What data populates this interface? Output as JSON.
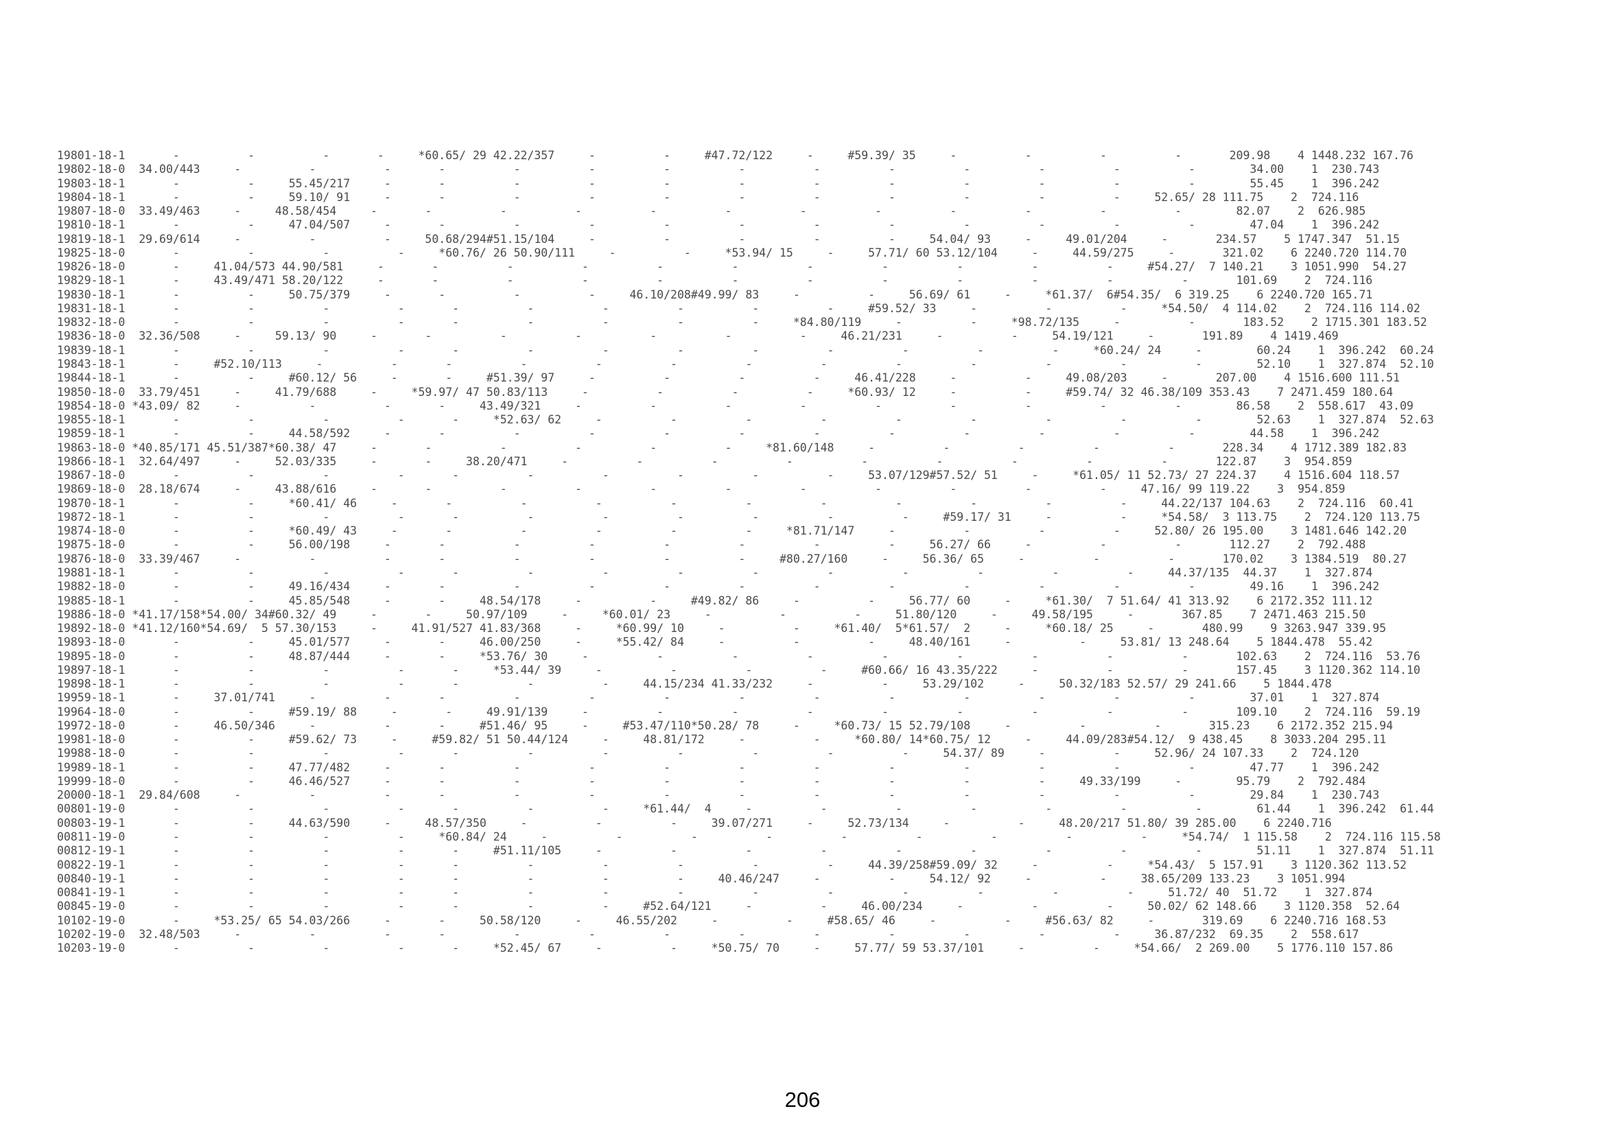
{
  "rows": [
    "19801-18-1       -          -          -       -     *60.65/ 29 42.22/357     -          -     #47.72/122     -     #59.39/ 35     -          -          -          -       209.98    4 1448.232 167.76",
    "19802-18-0  34.00/443     -          -          -       -          -          -          -          -          -          -          -          -          -          -        34.00    1  230.743",
    "19803-18-1       -          -     55.45/217     -       -          -          -          -          -          -          -          -          -          -          -        55.45    1  396.242",
    "19804-18-1       -          -     59.10/ 91     -       -          -          -          -          -          -          -          -          -          -     52.65/ 28 111.75    2  724.116",
    "19807-18-0  33.49/463     -     48.58/454     -       -          -          -          -          -          -          -          -          -          -          -        82.07    2  626.985",
    "19810-18-1       -          -     47.04/507     -       -          -          -          -          -          -          -          -          -          -          -        47.04    1  396.242",
    "19819-18-1  29.69/614     -          -          -     50.68/294#51.15/104     -          -          -          -          -     54.04/ 93     -     49.01/204     -       234.57    5 1747.347  51.15",
    "19825-18-0       -          -          -          -     *60.76/ 26 50.90/111     -          -     *53.94/ 15     -     57.71/ 60 53.12/104     -     44.59/275     -       321.02    6 2240.720 114.70",
    "19826-18-0       -     41.04/573 44.90/581     -       -          -          -          -          -          -          -          -          -          -     #54.27/  7 140.21    3 1051.990  54.27",
    "19829-18-1       -     43.49/471 58.20/122     -       -          -          -          -          -          -          -          -          -          -          -       101.69    2  724.116",
    "19830-18-1       -          -     50.75/379     -       -          -          -     46.10/208#49.99/ 83     -          -     56.69/ 61     -     *61.37/  6#54.35/  6 319.25    6 2240.720 165.71",
    "19831-18-1       -          -          -          -       -          -          -          -          -          -     #59.52/ 33     -          -          -     *54.50/  4 114.02    2  724.116 114.02",
    "19832-18-0       -          -          -          -       -          -          -          -          -     *84.80/119     -          -     *98.72/135     -          -       183.52    2 1715.301 183.52",
    "19836-18-0  32.36/508     -     59.13/ 90     -       -          -          -          -          -          -     46.21/231     -          -     54.19/121     -       191.89    4 1419.469",
    "19839-18-1       -          -          -          -       -          -          -          -          -          -          -          -          -     *60.24/ 24     -        60.24    1  396.242  60.24",
    "19843-18-1       -     #52.10/113     -          -       -          -          -          -          -          -          -          -          -          -          -        52.10    1  327.874  52.10",
    "19844-18-1       -          -     #60.12/ 56     -       -     #51.39/ 97     -          -          -          -     46.41/228     -          -     49.08/203     -       207.00    4 1516.600 111.51",
    "19850-18-0  33.79/451     -     41.79/688     -     *59.97/ 47 50.83/113     -          -          -          -     *60.93/ 12     -          -     #59.74/ 32 46.38/109 353.43    7 2471.459 180.64",
    "19854-18-0 *43.09/ 82     -          -          -       -     43.49/321     -          -          -          -          -          -          -          -          -        86.58    2  558.617  43.09",
    "19855-18-1       -          -          -          -       -     *52.63/ 62     -          -          -          -          -          -          -          -          -        52.63    1  327.874  52.63",
    "19859-18-1       -          -     44.58/592     -       -          -          -          -          -          -          -          -          -          -          -        44.58    1  396.242",
    "19863-18-0 *40.85/171 45.51/387*60.38/ 47     -       -          -          -          -          -     *81.60/148     -          -          -          -          -       228.34    4 1712.389 182.83",
    "19866-18-1  32.64/497     -     52.03/335     -       -     38.20/471     -          -          -          -          -          -          -          -          -       122.87    3  954.859",
    "19867-18-0       -          -          -          -       -          -          -          -          -          -     53.07/129#57.52/ 51     -     *61.05/ 11 52.73/ 27 224.37    4 1516.604 118.57",
    "19869-18-0  28.18/674     -     43.88/616     -       -          -          -          -          -          -          -          -          -          -     47.16/ 99 119.22    3  954.859",
    "19870-18-1       -          -     *60.41/ 46     -       -          -          -          -          -          -          -          -          -          -     44.22/137 104.63    2  724.116  60.41",
    "19872-18-1       -          -          -          -       -          -          -          -          -          -          -     #59.17/ 31     -          -     *54.58/  3 113.75    2  724.120 113.75",
    "19874-18-0       -          -     *60.49/ 43     -       -          -          -          -          -     *81.71/147     -          -          -          -     52.80/ 26 195.00    3 1481.646 142.20",
    "19875-18-0       -          -     56.00/198     -       -          -          -          -          -          -          -     56.27/ 66     -          -          -       112.27    2  792.488",
    "19876-18-0  33.39/467     -          -          -       -          -          -          -          -     #80.27/160     -     56.36/ 65     -          -          -       170.02    3 1384.519  80.27",
    "19881-18-1       -          -          -          -       -          -          -          -          -          -          -          -          -          -     44.37/135  44.37    1  327.874",
    "19882-18-0       -          -     49.16/434     -       -          -          -          -          -          -          -          -          -          -          -        49.16    1  396.242",
    "19885-18-1       -          -     45.85/548     -       -     48.54/178     -          -     #49.82/ 86     -          -     56.77/ 60     -     *61.30/  7 51.64/ 41 313.92    6 2172.352 111.12",
    "19886-18-0 *41.17/158*54.00/ 34#60.32/ 49     -       -     50.97/109     -     *60.01/ 23     -          -          -     51.80/120     -     49.58/195     -       367.85    7 2471.463 215.50",
    "19892-18-0 *41.12/160*54.69/  5 57.30/153     -     41.91/527 41.83/368     -     *60.99/ 10     -          -     *61.40/  5*61.57/  2     -     *60.18/ 25     -       480.99    9 3263.947 339.95",
    "19893-18-0       -          -     45.01/577     -       -     46.00/250     -     *55.42/ 84     -          -          -     48.40/161     -          -     53.81/ 13 248.64    5 1844.478  55.42",
    "19895-18-0       -          -     48.87/444     -       -     *53.76/ 30     -          -          -          -          -          -          -          -          -       102.63    2  724.116  53.76",
    "19897-18-1       -          -          -          -       -     *53.44/ 39     -          -          -          -     #60.66/ 16 43.35/222     -          -          -       157.45    3 1120.362 114.10",
    "19898-18-1       -          -          -          -       -          -          -     44.15/234 41.33/232     -          -     53.29/102     -     50.32/183 52.57/ 29 241.66    5 1844.478",
    "19959-18-1       -     37.01/741     -          -       -          -          -          -          -          -          -          -          -          -          -        37.01    1  327.874",
    "19964-18-0       -          -     #59.19/ 88     -       -     49.91/139     -          -          -          -          -          -          -          -          -       109.10    2  724.116  59.19",
    "19972-18-0       -     46.50/346     -          -       -     #51.46/ 95     -     #53.47/110*50.28/ 78     -     *60.73/ 15 52.79/108     -          -          -       315.23    6 2172.352 215.94",
    "19981-18-0       -          -     #59.62/ 73     -     #59.82/ 51 50.44/124     -     48.81/172     -          -     *60.80/ 14*60.75/ 12     -     44.09/283#54.12/  9 438.45    8 3033.204 295.11",
    "19988-18-0       -          -          -          -       -          -          -          -          -          -          -     54.37/ 89     -          -     52.96/ 24 107.33    2  724.120",
    "19989-18-1       -          -     47.77/482     -       -          -          -          -          -          -          -          -          -          -          -        47.77    1  396.242",
    "19999-18-0       -          -     46.46/527     -       -          -          -          -          -          -          -          -          -     49.33/199     -        95.79    2  792.484",
    "20000-18-1  29.84/608     -          -          -       -          -          -          -          -          -          -          -          -          -          -        29.84    1  230.743",
    "00801-19-0       -          -          -          -       -          -          -     *61.44/  4     -          -          -          -          -          -          -        61.44    1  396.242  61.44",
    "00803-19-1       -          -     44.63/590     -     48.57/350     -          -          -     39.07/271     -     52.73/134     -          -     48.20/217 51.80/ 39 285.00    6 2240.716",
    "00811-19-0       -          -          -          -     *60.84/ 24     -          -          -          -          -          -          -          -          -     *54.74/  1 115.58    2  724.116 115.58",
    "00812-19-1       -          -          -          -       -     #51.11/105     -          -          -          -          -          -          -          -          -        51.11    1  327.874  51.11",
    "00822-19-1       -          -          -          -       -          -          -          -          -          -     44.39/258#59.09/ 32     -          -     *54.43/  5 157.91    3 1120.362 113.52",
    "00840-19-1       -          -          -          -       -          -          -          -     40.46/247     -          -     54.12/ 92     -          -     38.65/209 133.23    3 1051.994",
    "00841-19-1       -          -          -          -       -          -          -          -          -          -          -          -          -          -     51.72/ 40  51.72    1  327.874",
    "00845-19-0       -          -          -          -       -          -          -     #52.64/121     -          -     46.00/234     -          -          -     50.02/ 62 148.66    3 1120.358  52.64",
    "10102-19-0       -     *53.25/ 65 54.03/266     -       -     50.58/120     -     46.55/202     -          -     #58.65/ 46     -          -     #56.63/ 82     -       319.69    6 2240.716 168.53",
    "10202-19-0  32.48/503     -          -          -       -          -          -          -          -          -          -          -          -          -     36.87/232  69.35    2  558.617",
    "10203-19-0       -          -          -          -       -     *52.45/ 67     -          -     *50.75/ 70     -     57.77/ 59 53.37/101     -          -     *54.66/  2 269.00    5 1776.110 157.86"
  ],
  "page_number": "206"
}
